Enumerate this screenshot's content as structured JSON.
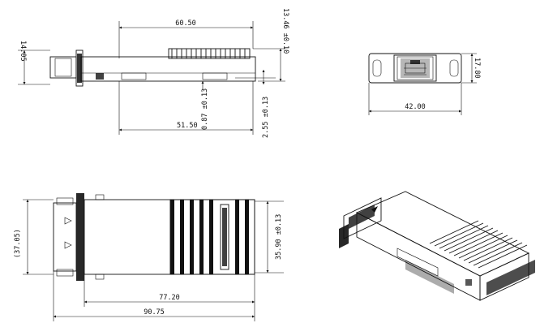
{
  "drawing": {
    "side_view": {
      "dim_overall_len": "60.50",
      "dim_height": "14.05",
      "dim_height_tol": "13.46 ±0.10",
      "dim_lower_len": "51.50",
      "dim_step": "0.87 ±0.13",
      "dim_step2": "2.55 ±0.13"
    },
    "front_view": {
      "dim_height": "17.80",
      "dim_width": "42.00"
    },
    "top_view": {
      "dim_width": "(37.05)",
      "dim_body_width": "35.90 ±0.13",
      "dim_len_a": "77.20",
      "dim_len_b": "90.75"
    }
  }
}
